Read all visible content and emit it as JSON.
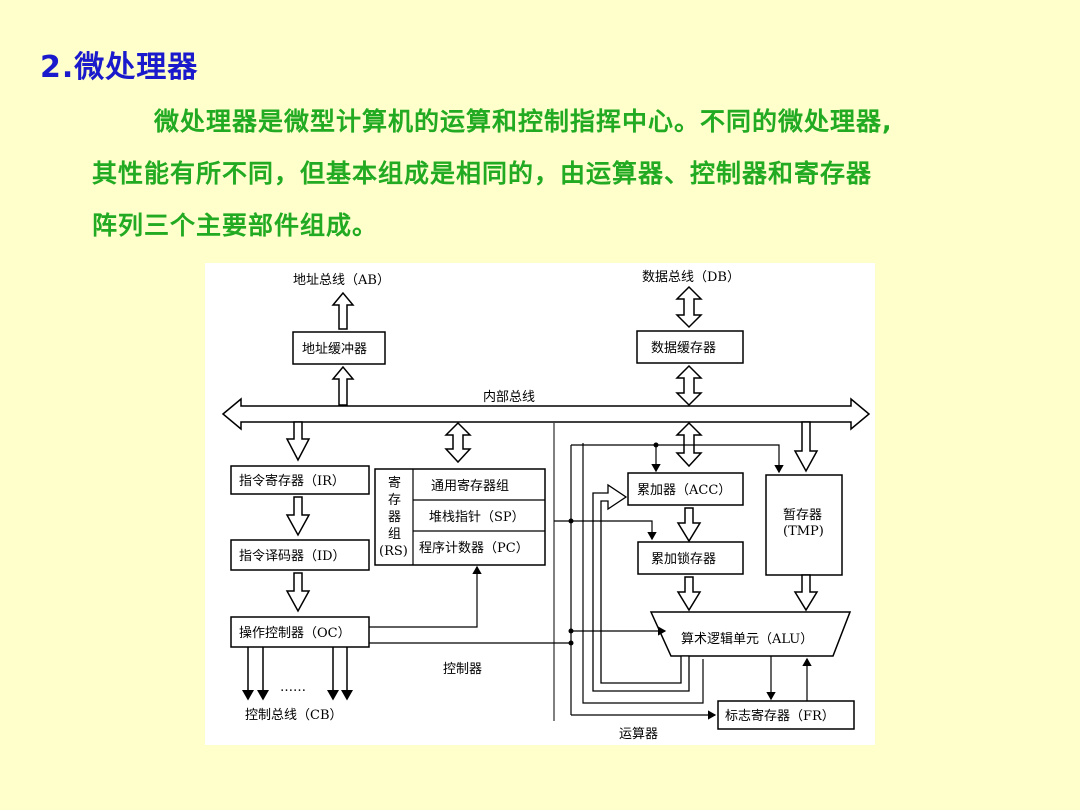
{
  "heading": "2.微处理器",
  "paragraph": {
    "line1": "微处理器是微型计算机的运算和控制指挥中心。不同的微处理器,",
    "line2": "其性能有所不同，但基本组成是相同的，由运算器、控制器和寄存器",
    "line3": "阵列三个主要部件组成。"
  },
  "diagram": {
    "address_bus": "地址总线（AB）",
    "data_bus": "数据总线（DB）",
    "address_buffer": "地址缓冲器",
    "data_buffer": "数据缓存器",
    "internal_bus": "内部总线",
    "instruction_register": "指令寄存器（IR）",
    "instruction_decoder": "指令译码器（ID）",
    "operation_controller": "操作控制器（OC）",
    "control_bus": "控制总线（CB）",
    "ellipsis": "……",
    "controller_label": "控制器",
    "rs_chars": [
      "寄",
      "存",
      "器",
      "组",
      "(RS)"
    ],
    "general_registers": "通用寄存器组",
    "stack_pointer": "堆栈指针（SP）",
    "program_counter": "程序计数器（PC）",
    "accumulator": "累加器（ACC）",
    "acc_latch": "累加锁存器",
    "temp_register_line1": "暂存器",
    "temp_register_line2": "(TMP)",
    "alu": "算术逻辑单元（ALU）",
    "flag_register": "标志寄存器（FR）",
    "alu_section_label": "运算器"
  }
}
